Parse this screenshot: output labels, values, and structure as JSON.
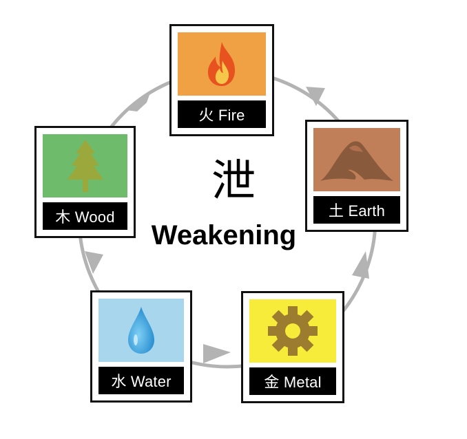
{
  "center": {
    "character": "泄",
    "word": "Weakening"
  },
  "colors": {
    "arrow": "#b3b3b3",
    "fire": "#efa144",
    "earth": "#c07f58",
    "metal": "#f8ec3b",
    "water": "#a7d6ed",
    "wood": "#6dbb6b"
  },
  "elements": {
    "fire": {
      "label": "火 Fire",
      "icon": "flame-icon"
    },
    "earth": {
      "label": "土 Earth",
      "icon": "mountain-icon"
    },
    "metal": {
      "label": "金 Metal",
      "icon": "gear-icon"
    },
    "water": {
      "label": "水 Water",
      "icon": "water-drop-icon"
    },
    "wood": {
      "label": "木 Wood",
      "icon": "tree-icon"
    }
  }
}
